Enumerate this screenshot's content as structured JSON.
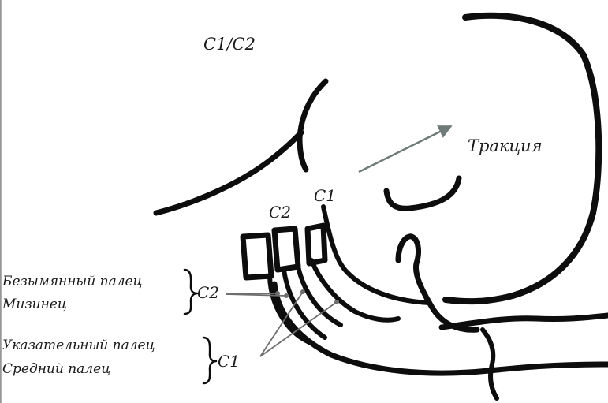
{
  "diagram": {
    "title": "C1/C2",
    "traction_label": "Тракция",
    "vertebra_c1_label": "C1",
    "vertebra_c2_label": "C2",
    "group_c2": {
      "fingers": [
        "Безымянный палец",
        "Мизинец"
      ],
      "label": "C2"
    },
    "group_c1": {
      "fingers": [
        "Указательный палец",
        "Средний палец"
      ],
      "label": "C1"
    },
    "colors": {
      "ink": "#0d0d0d",
      "arrow": "#6f7b79",
      "pointer": "#6e6e6e"
    }
  }
}
